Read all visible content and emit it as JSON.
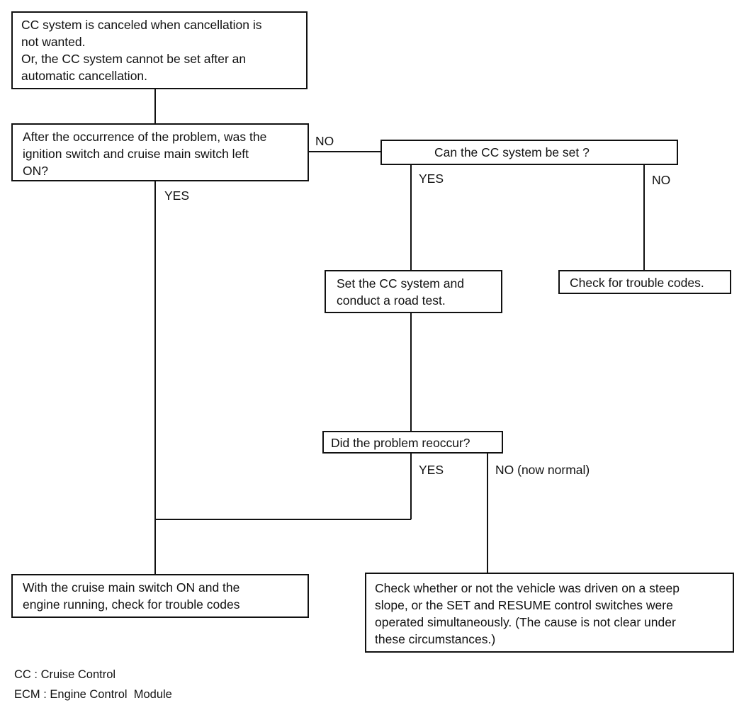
{
  "nodes": {
    "start": "CC system is canceled when cancellation is\nnot wanted.\nOr, the CC system cannot be set after an\nautomatic cancellation.",
    "q_left_on": "After the occurrence of the problem, was the\nignition switch and cruise main switch left\nON?",
    "q_can_set": "Can the CC system be set ?",
    "check_codes": "Check for trouble codes.",
    "set_road_test": "Set the CC system and\nconduct a road test.",
    "q_reoccur": "Did the problem reoccur?",
    "check_main_on": "With the cruise main switch ON and the\nengine running, check for trouble codes",
    "check_slope": "Check whether or not the vehicle was driven on a steep\nslope, or the SET and RESUME control switches were\noperated simultaneously. (The cause is not clear under\nthese circumstances.)"
  },
  "labels": {
    "no_1": "NO",
    "yes_1": "YES",
    "yes_2": "YES",
    "no_2": "NO",
    "yes_3": "YES",
    "no_now_normal": "NO (now normal)"
  },
  "legend": {
    "cc": "CC : Cruise Control",
    "ecm": "ECM : Engine Control  Module"
  }
}
